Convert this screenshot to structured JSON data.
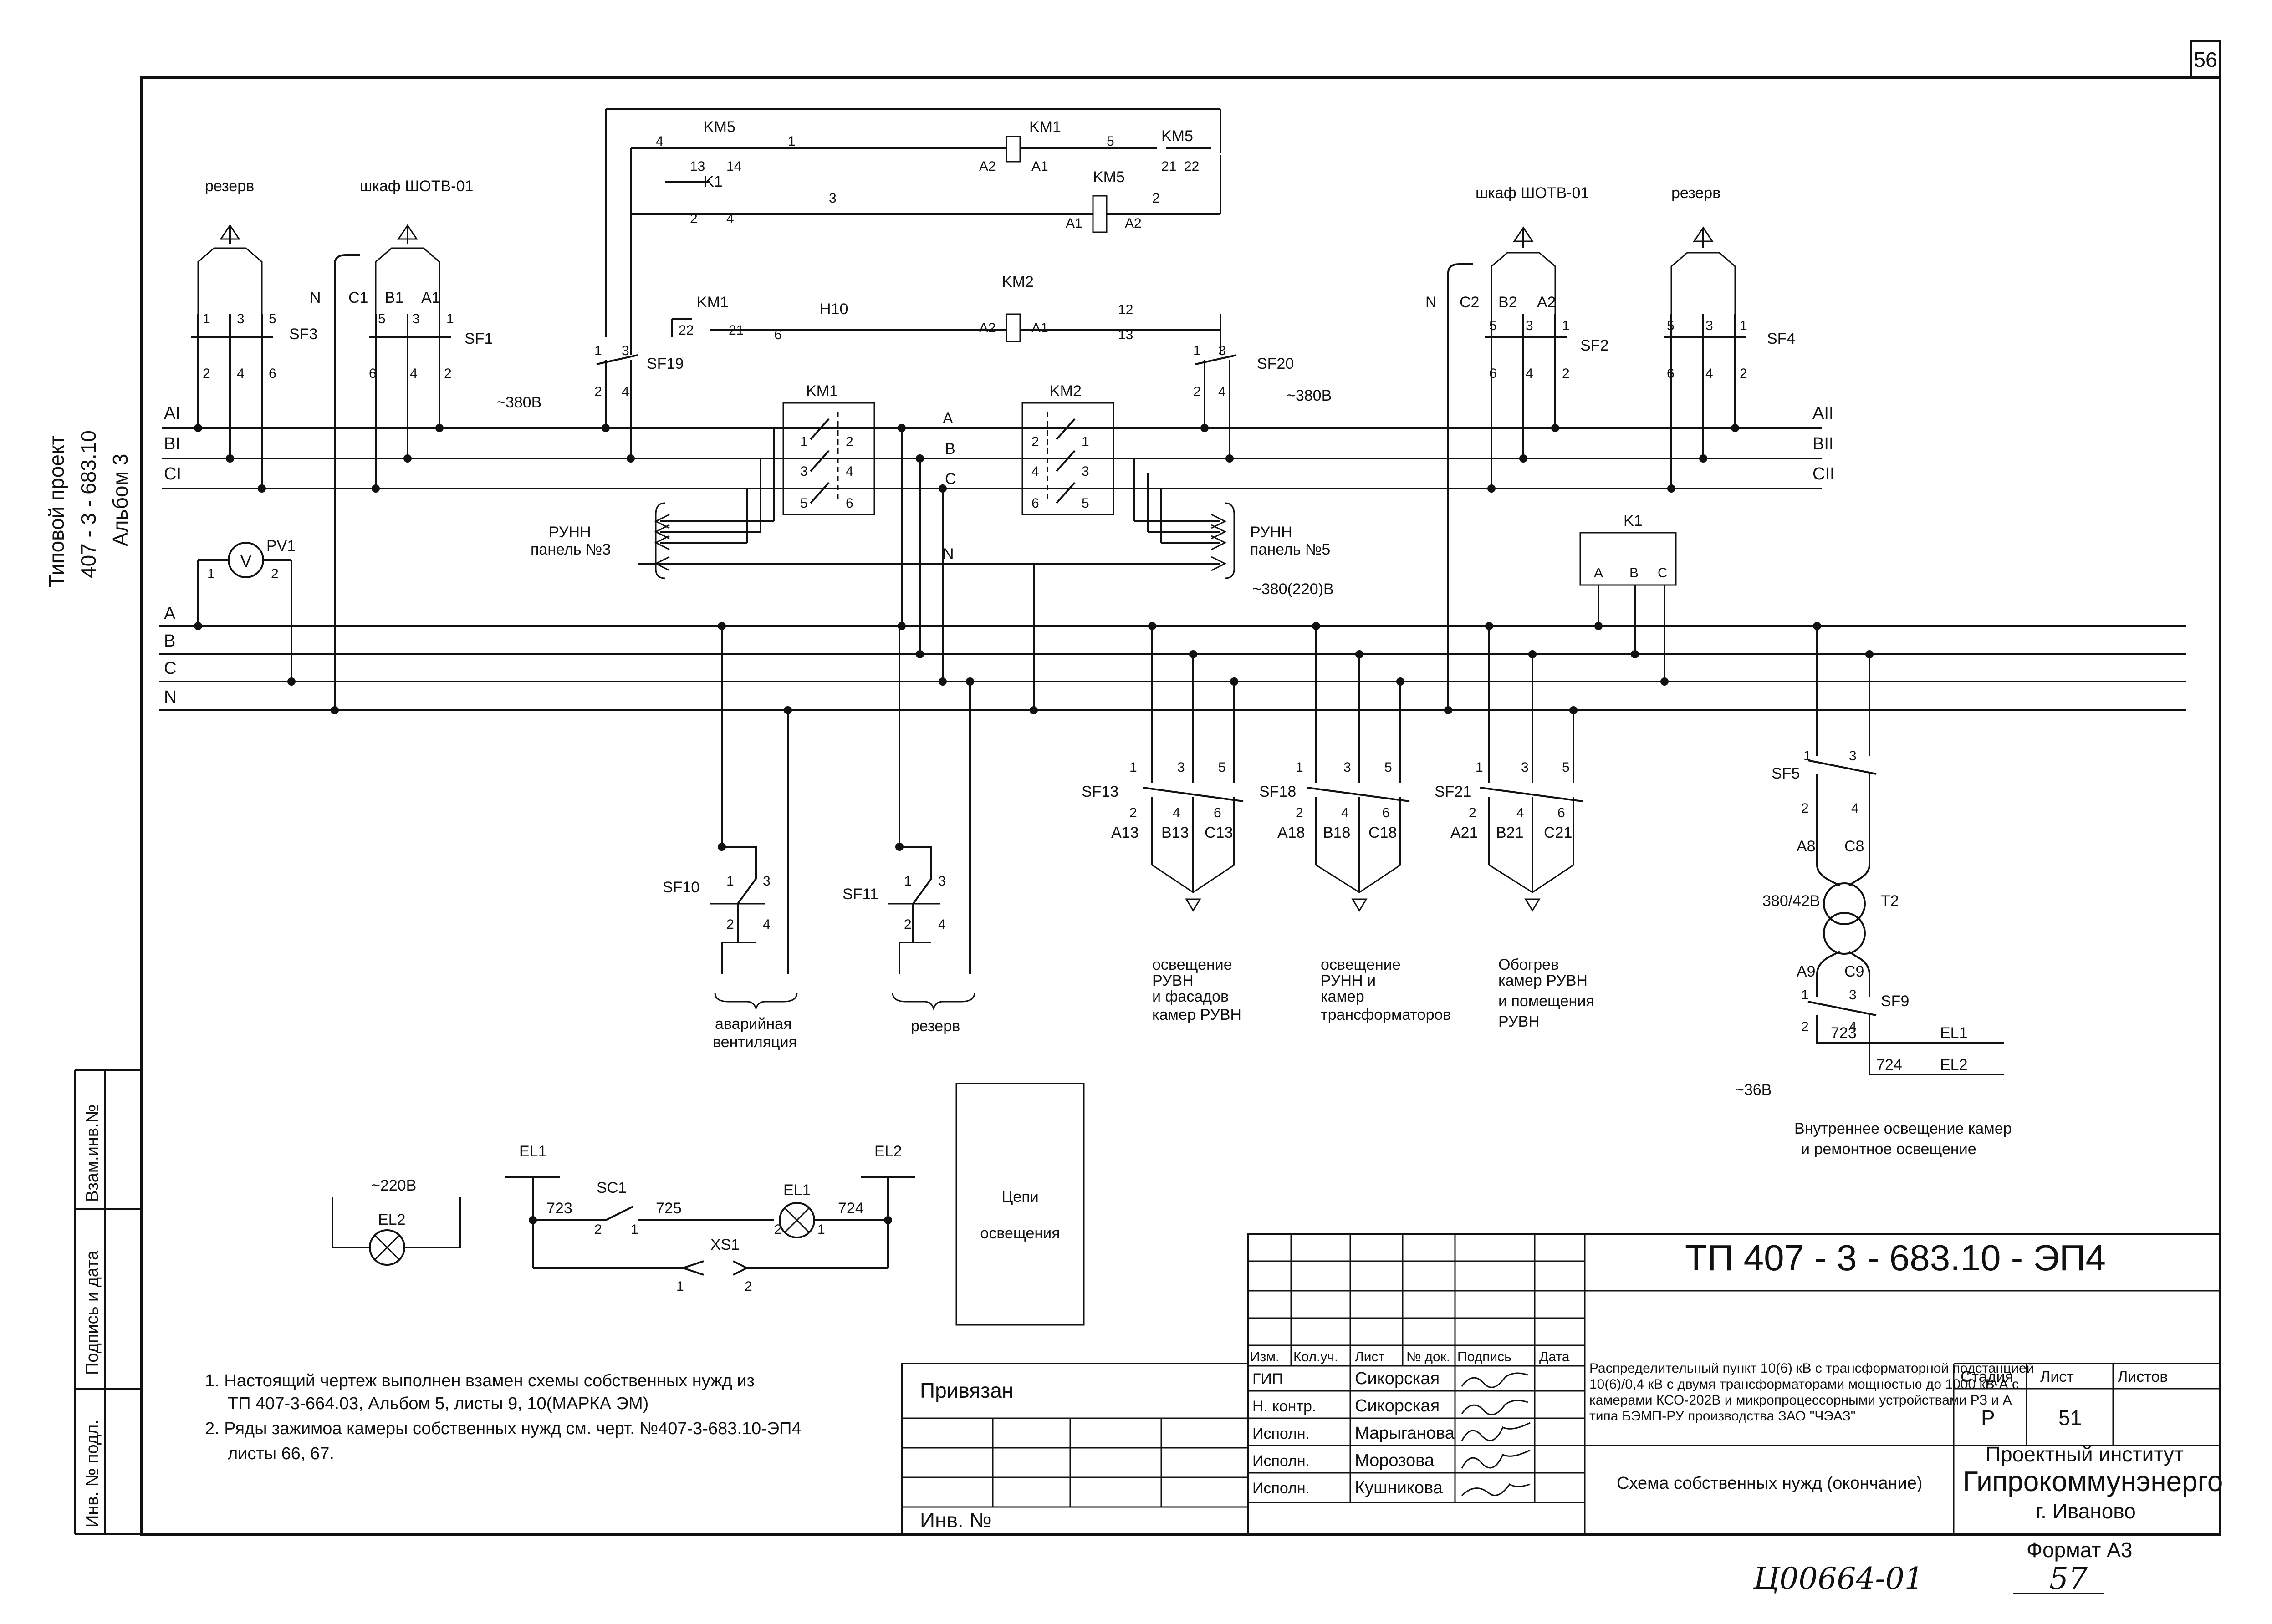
{
  "sheet_number": "56",
  "side_stamp": {
    "line1": "Типовой проект",
    "line2": "407 - 3 - 683.10",
    "line3": "Альбом  3"
  },
  "left_strip": {
    "vzam": "Взам.инв.№",
    "podpis": "Подпись и дата",
    "inv": "Инв. № подл."
  },
  "buses": {
    "left": [
      "AI",
      "BI",
      "CI"
    ],
    "right": [
      "AII",
      "BII",
      "CII"
    ],
    "main": [
      "A",
      "B",
      "C",
      "N"
    ],
    "tie": [
      "A",
      "B",
      "C",
      "N"
    ]
  },
  "labels": {
    "rezerv": "резерв",
    "shkaf": "шкаф ШОТВ-01",
    "v380": "~380В",
    "v380_220": "~380(220)В",
    "N": "N",
    "runn3": [
      "РУНН",
      "панель №3"
    ],
    "runn5": [
      "РУНН",
      "панель №5"
    ],
    "V": "V",
    "v220": "~220В",
    "v36": "~36В",
    "t2_ratio": "380/42В",
    "xs1": "XS1",
    "sc1": "SC1",
    "el1": "EL1",
    "el2": "EL2",
    "tsepi": [
      "Цепи",
      "освещения"
    ]
  },
  "devices": {
    "SF1": "SF1",
    "SF2": "SF2",
    "SF3": "SF3",
    "SF4": "SF4",
    "SF5": "SF5",
    "SF9": "SF9",
    "SF10": "SF10",
    "SF11": "SF11",
    "SF13": "SF13",
    "SF18": "SF18",
    "SF19": "SF19",
    "SF20": "SF20",
    "SF21": "SF21",
    "KM1": "KM1",
    "KM2": "KM2",
    "KM5": "KM5",
    "K1": "K1",
    "PV1": "PV1",
    "T2": "T2"
  },
  "wire_marks": {
    "C1": "C1",
    "B1": "B1",
    "A1": "A1",
    "C2": "C2",
    "B2": "B2",
    "A2": "A2",
    "A13": "A13",
    "B13": "B13",
    "C13": "C13",
    "A18": "A18",
    "B18": "B18",
    "C18": "C18",
    "A21": "A21",
    "B21": "B21",
    "C21": "C21",
    "A8": "A8",
    "C8": "C8",
    "A9": "A9",
    "C9": "C9",
    "H10": "H10",
    "n723": "723",
    "n724": "724",
    "n725": "725"
  },
  "consumers": {
    "c1": [
      "освещение",
      "РУВН",
      "и фасадов",
      "камер РУВН"
    ],
    "c2": [
      "освещение",
      "РУНН и",
      "камер",
      "трансформаторов"
    ],
    "c3": [
      "Обогрев",
      "камер РУВН",
      "и помещения",
      "РУВН"
    ],
    "c4": [
      "аварийная",
      "вентиляция"
    ],
    "c5": [
      "резерв"
    ],
    "c6": [
      "Внутреннее освещение камер",
      "и ремонтное освещение"
    ]
  },
  "notes": [
    "1.  Настоящий чертеж выполнен взамен схемы собственных нужд из",
    "ТП 407-3-664.03, Альбом 5, листы 9, 10(МАРКА ЭМ)",
    "2.  Ряды зажимоа камеры собственных нужд см. черт. №407-3-683.10-ЭП4",
    "листы 66, 67."
  ],
  "title_block": {
    "code": "ТП  407 - 3 - 683.10 - ЭП4",
    "privyazan": "Привязан",
    "inv_no": "Инв. №",
    "headers": [
      "Изм.",
      "Кол.уч.",
      "Лист",
      "№ док.",
      "Подпись",
      "Дата"
    ],
    "people": [
      {
        "role": "ГИП",
        "name": "Сикорская"
      },
      {
        "role": "Н. контр.",
        "name": "Сикорская"
      },
      {
        "role": "Исполн.",
        "name": "Марыганова"
      },
      {
        "role": "Исполн.",
        "name": "Морозова"
      },
      {
        "role": "Исполн.",
        "name": "Кушникова"
      }
    ],
    "description": [
      "Распределительный пункт 10(6) кВ с трансформаторной подстанцией",
      "10(6)/0,4 кВ с двумя трансформаторами мощностью до 1000 кВ·А с",
      "камерами КСО-202В и микропроцессорными устройствами РЗ и А",
      "типа БЭМП-РУ производства ЗАО \"ЧЭАЗ\""
    ],
    "sheet_title": "Схема собственных нужд (окончание)",
    "stage_label": "Стадия",
    "sheet_label": "Лист",
    "sheets_label": "Листов",
    "stage": "Р",
    "sheet": "51",
    "org1": "Проектный институт",
    "org2": "Гипрокоммунэнерго",
    "org3": "г. Иваново"
  },
  "format": "Формат А3",
  "handwritten_code": "Ц00664-01",
  "handwritten_page": "57"
}
